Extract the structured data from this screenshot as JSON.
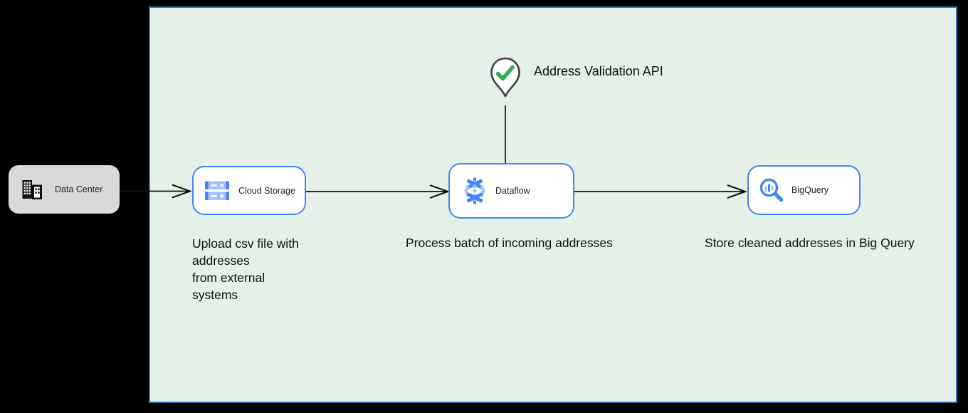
{
  "diagram": {
    "nodes": {
      "data_center": {
        "label": "Data Center"
      },
      "cloud_storage": {
        "label": "Cloud Storage"
      },
      "dataflow": {
        "label": "Dataflow"
      },
      "bigquery": {
        "label": "BigQuery"
      }
    },
    "api_marker": {
      "line1": "Address Validation",
      "line2": "API"
    },
    "captions": {
      "cloud_storage": {
        "lines": [
          "Upload csv file with",
          "addresses",
          "from external",
          "systems"
        ]
      },
      "dataflow": {
        "text": "Process batch of incoming addresses"
      },
      "bigquery": {
        "text": "Store cleaned addresses in Big Query"
      }
    },
    "edges": [
      {
        "from": "Data Center",
        "to": "Cloud Storage"
      },
      {
        "from": "Cloud Storage",
        "to": "Dataflow"
      },
      {
        "from": "Dataflow",
        "to": "BigQuery"
      },
      {
        "from": "Address Validation API",
        "to": "Dataflow"
      }
    ],
    "colors": {
      "background": "#000000",
      "canvas_fill": "#e4f0e8",
      "canvas_border": "#2e75b5",
      "node_border": "#4285f4",
      "node_fill": "#ffffff",
      "external_node_fill": "#d9d9d9",
      "icon_blue": "#4285f4",
      "icon_blue_light": "#a1c2fa",
      "check_green": "#34a853",
      "pin_outline": "#3c4043",
      "connector": "#111111"
    }
  }
}
